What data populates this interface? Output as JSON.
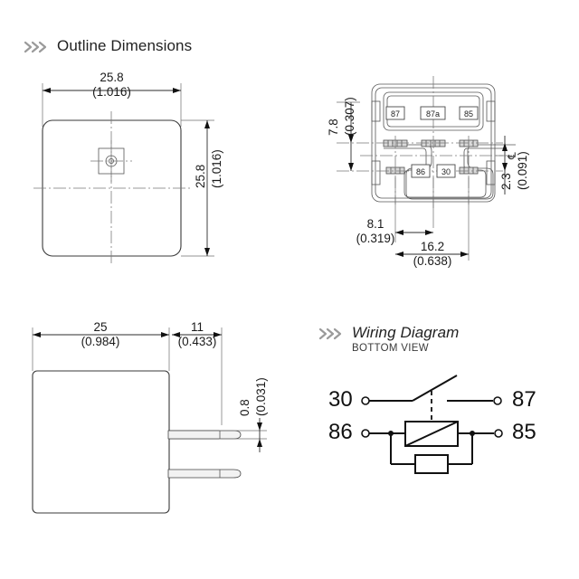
{
  "page": {
    "background": "#ffffff",
    "line_color": "#2b2b2b",
    "text_color": "#1a1a1a",
    "chevron_color": "#9a9a9a"
  },
  "sections": {
    "outline": {
      "heading": "Outline Dimensions",
      "icon": "triple-chevron-right-icon"
    },
    "wiring": {
      "heading": "Wiring Diagram",
      "icon": "triple-chevron-right-icon",
      "subheading": "BOTTOM VIEW"
    }
  },
  "views": {
    "top_view": {
      "name": "top-view",
      "width_dim": {
        "mm": "25.8",
        "inch": "(1.016)"
      },
      "height_dim": {
        "mm": "25.8",
        "inch": "(1.016)"
      },
      "center_feature": "center-rivet-mark"
    },
    "bottom_view": {
      "name": "bottom-terminal-view",
      "dims": {
        "left_vertical": {
          "mm": "7.8",
          "inch": "(0.307)"
        },
        "right_vertical": {
          "mm": "2.3",
          "inch": "(0.091)"
        },
        "bottom_inner": {
          "mm": "8.1",
          "inch": "(0.319)"
        },
        "bottom_outer": {
          "mm": "16.2",
          "inch": "(0.638)"
        }
      },
      "centerline_symbol": "℄",
      "terminal_labels": {
        "top_row": [
          "87",
          "87a",
          "85"
        ],
        "bottom_row": [
          "86",
          "30"
        ]
      }
    },
    "side_view": {
      "name": "side-view",
      "dims": {
        "body_width": {
          "mm": "25",
          "inch": "(0.984)"
        },
        "pin_length": {
          "mm": "11",
          "inch": "(0.433)"
        },
        "pin_thickness": {
          "mm": "0.8",
          "inch": "(0.031)"
        }
      }
    }
  },
  "wiring_diagram": {
    "terminals": {
      "left_top": "30",
      "left_bottom": "86",
      "right_top": "87",
      "right_bottom": "85"
    },
    "components": [
      "relay-coil",
      "resistor",
      "switch-contact"
    ]
  }
}
